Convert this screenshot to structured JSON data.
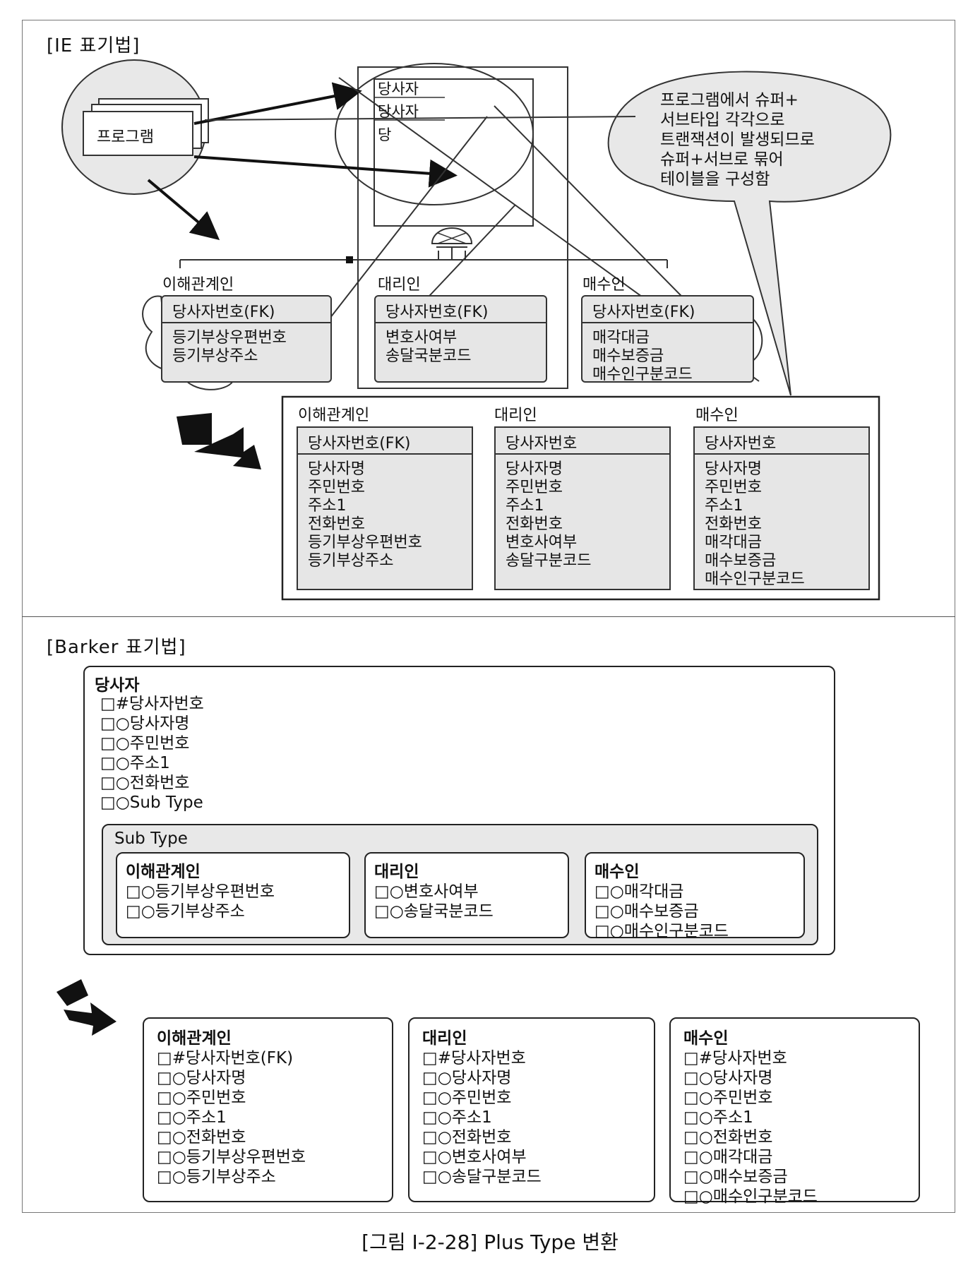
{
  "ie": {
    "title": "[IE 표기법]",
    "program_label": "프로그램",
    "callout": [
      "프로그램에서 슈퍼+",
      "서브타입 각각으로",
      "트랜잭션이 발생되므로",
      "슈퍼+서브로 묶어",
      "테이블을 구성함"
    ],
    "super_partial": [
      "당사자",
      "당사자",
      "당"
    ],
    "subtypes": [
      {
        "name": "이해관계인",
        "pk": "당사자번호(FK)",
        "attrs": [
          "등기부상우편번호",
          "등기부상주소"
        ]
      },
      {
        "name": "대리인",
        "pk": "당사자번호(FK)",
        "attrs": [
          "변호사여부",
          "송달국분코드"
        ]
      },
      {
        "name": "매수인",
        "pk": "당사자번호(FK)",
        "attrs": [
          "매각대금",
          "매수보증금",
          "매수인구분코드"
        ]
      }
    ],
    "result": [
      {
        "name": "이해관계인",
        "pk": "당사자번호(FK)",
        "attrs": [
          "당사자명",
          "주민번호",
          "주소1",
          "전화번호",
          "등기부상우편번호",
          "등기부상주소"
        ]
      },
      {
        "name": "대리인",
        "pk": "당사자번호",
        "attrs": [
          "당사자명",
          "주민번호",
          "주소1",
          "전화번호",
          "변호사여부",
          "송달구분코드"
        ]
      },
      {
        "name": "매수인",
        "pk": "당사자번호",
        "attrs": [
          "당사자명",
          "주민번호",
          "주소1",
          "전화번호",
          "매각대금",
          "매수보증금",
          "매수인구분코드"
        ]
      }
    ]
  },
  "barker": {
    "title": "[Barker 표기법]",
    "entity": "당사자",
    "attrs": [
      "□#당사자번호",
      "□○당사자명",
      "□○주민번호",
      "□○주소1",
      "□○전화번호",
      "□○Sub Type"
    ],
    "subtype_label": "Sub Type",
    "subtypes": [
      {
        "name": "이해관계인",
        "attrs": [
          "□○등기부상우편번호",
          "□○등기부상주소"
        ]
      },
      {
        "name": "대리인",
        "attrs": [
          "□○변호사여부",
          "□○송달국분코드"
        ]
      },
      {
        "name": "매수인",
        "attrs": [
          "□○매각대금",
          "□○매수보증금",
          "□○매수인구분코드"
        ]
      }
    ],
    "result": [
      {
        "name": "이해관계인",
        "attrs": [
          "□#당사자번호(FK)",
          "□○당사자명",
          "□○주민번호",
          "□○주소1",
          "□○전화번호",
          "□○등기부상우편번호",
          "□○등기부상주소"
        ]
      },
      {
        "name": "대리인",
        "attrs": [
          "□#당사자번호",
          "□○당사자명",
          "□○주민번호",
          "□○주소1",
          "□○전화번호",
          "□○변호사여부",
          "□○송달구분코드"
        ]
      },
      {
        "name": "매수인",
        "attrs": [
          "□#당사자번호",
          "□○당사자명",
          "□○주민번호",
          "□○주소1",
          "□○전화번호",
          "□○매각대금",
          "□○매수보증금",
          "□○매수인구분코드"
        ]
      }
    ]
  },
  "caption": "[그림 Ⅰ-2-28] Plus Type 변환"
}
